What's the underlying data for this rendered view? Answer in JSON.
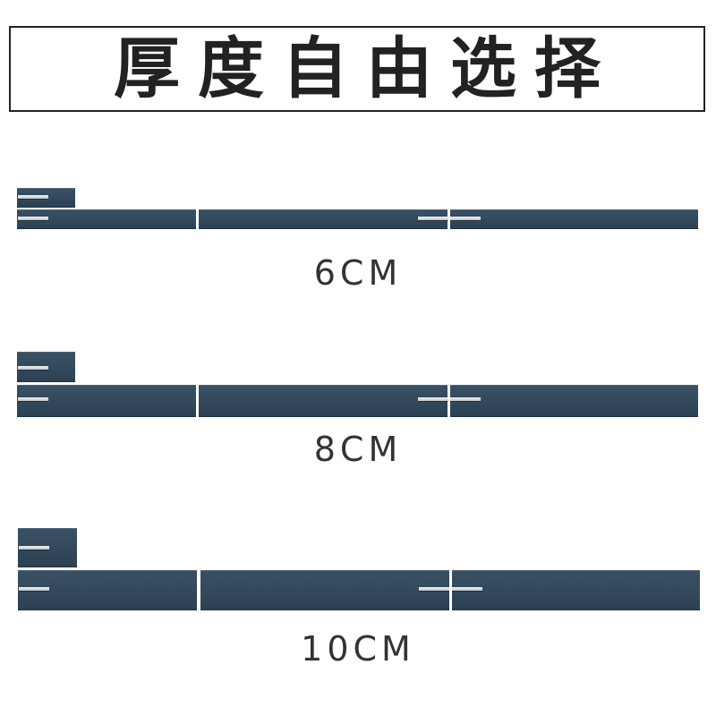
{
  "title": "厚度自由选择",
  "options": [
    {
      "label": "6CM"
    },
    {
      "label": "8CM"
    },
    {
      "label": "10CM"
    }
  ],
  "colors": {
    "panel": "#33495c",
    "clip": "#d9dcdf",
    "text": "#333333",
    "border": "#222222"
  }
}
